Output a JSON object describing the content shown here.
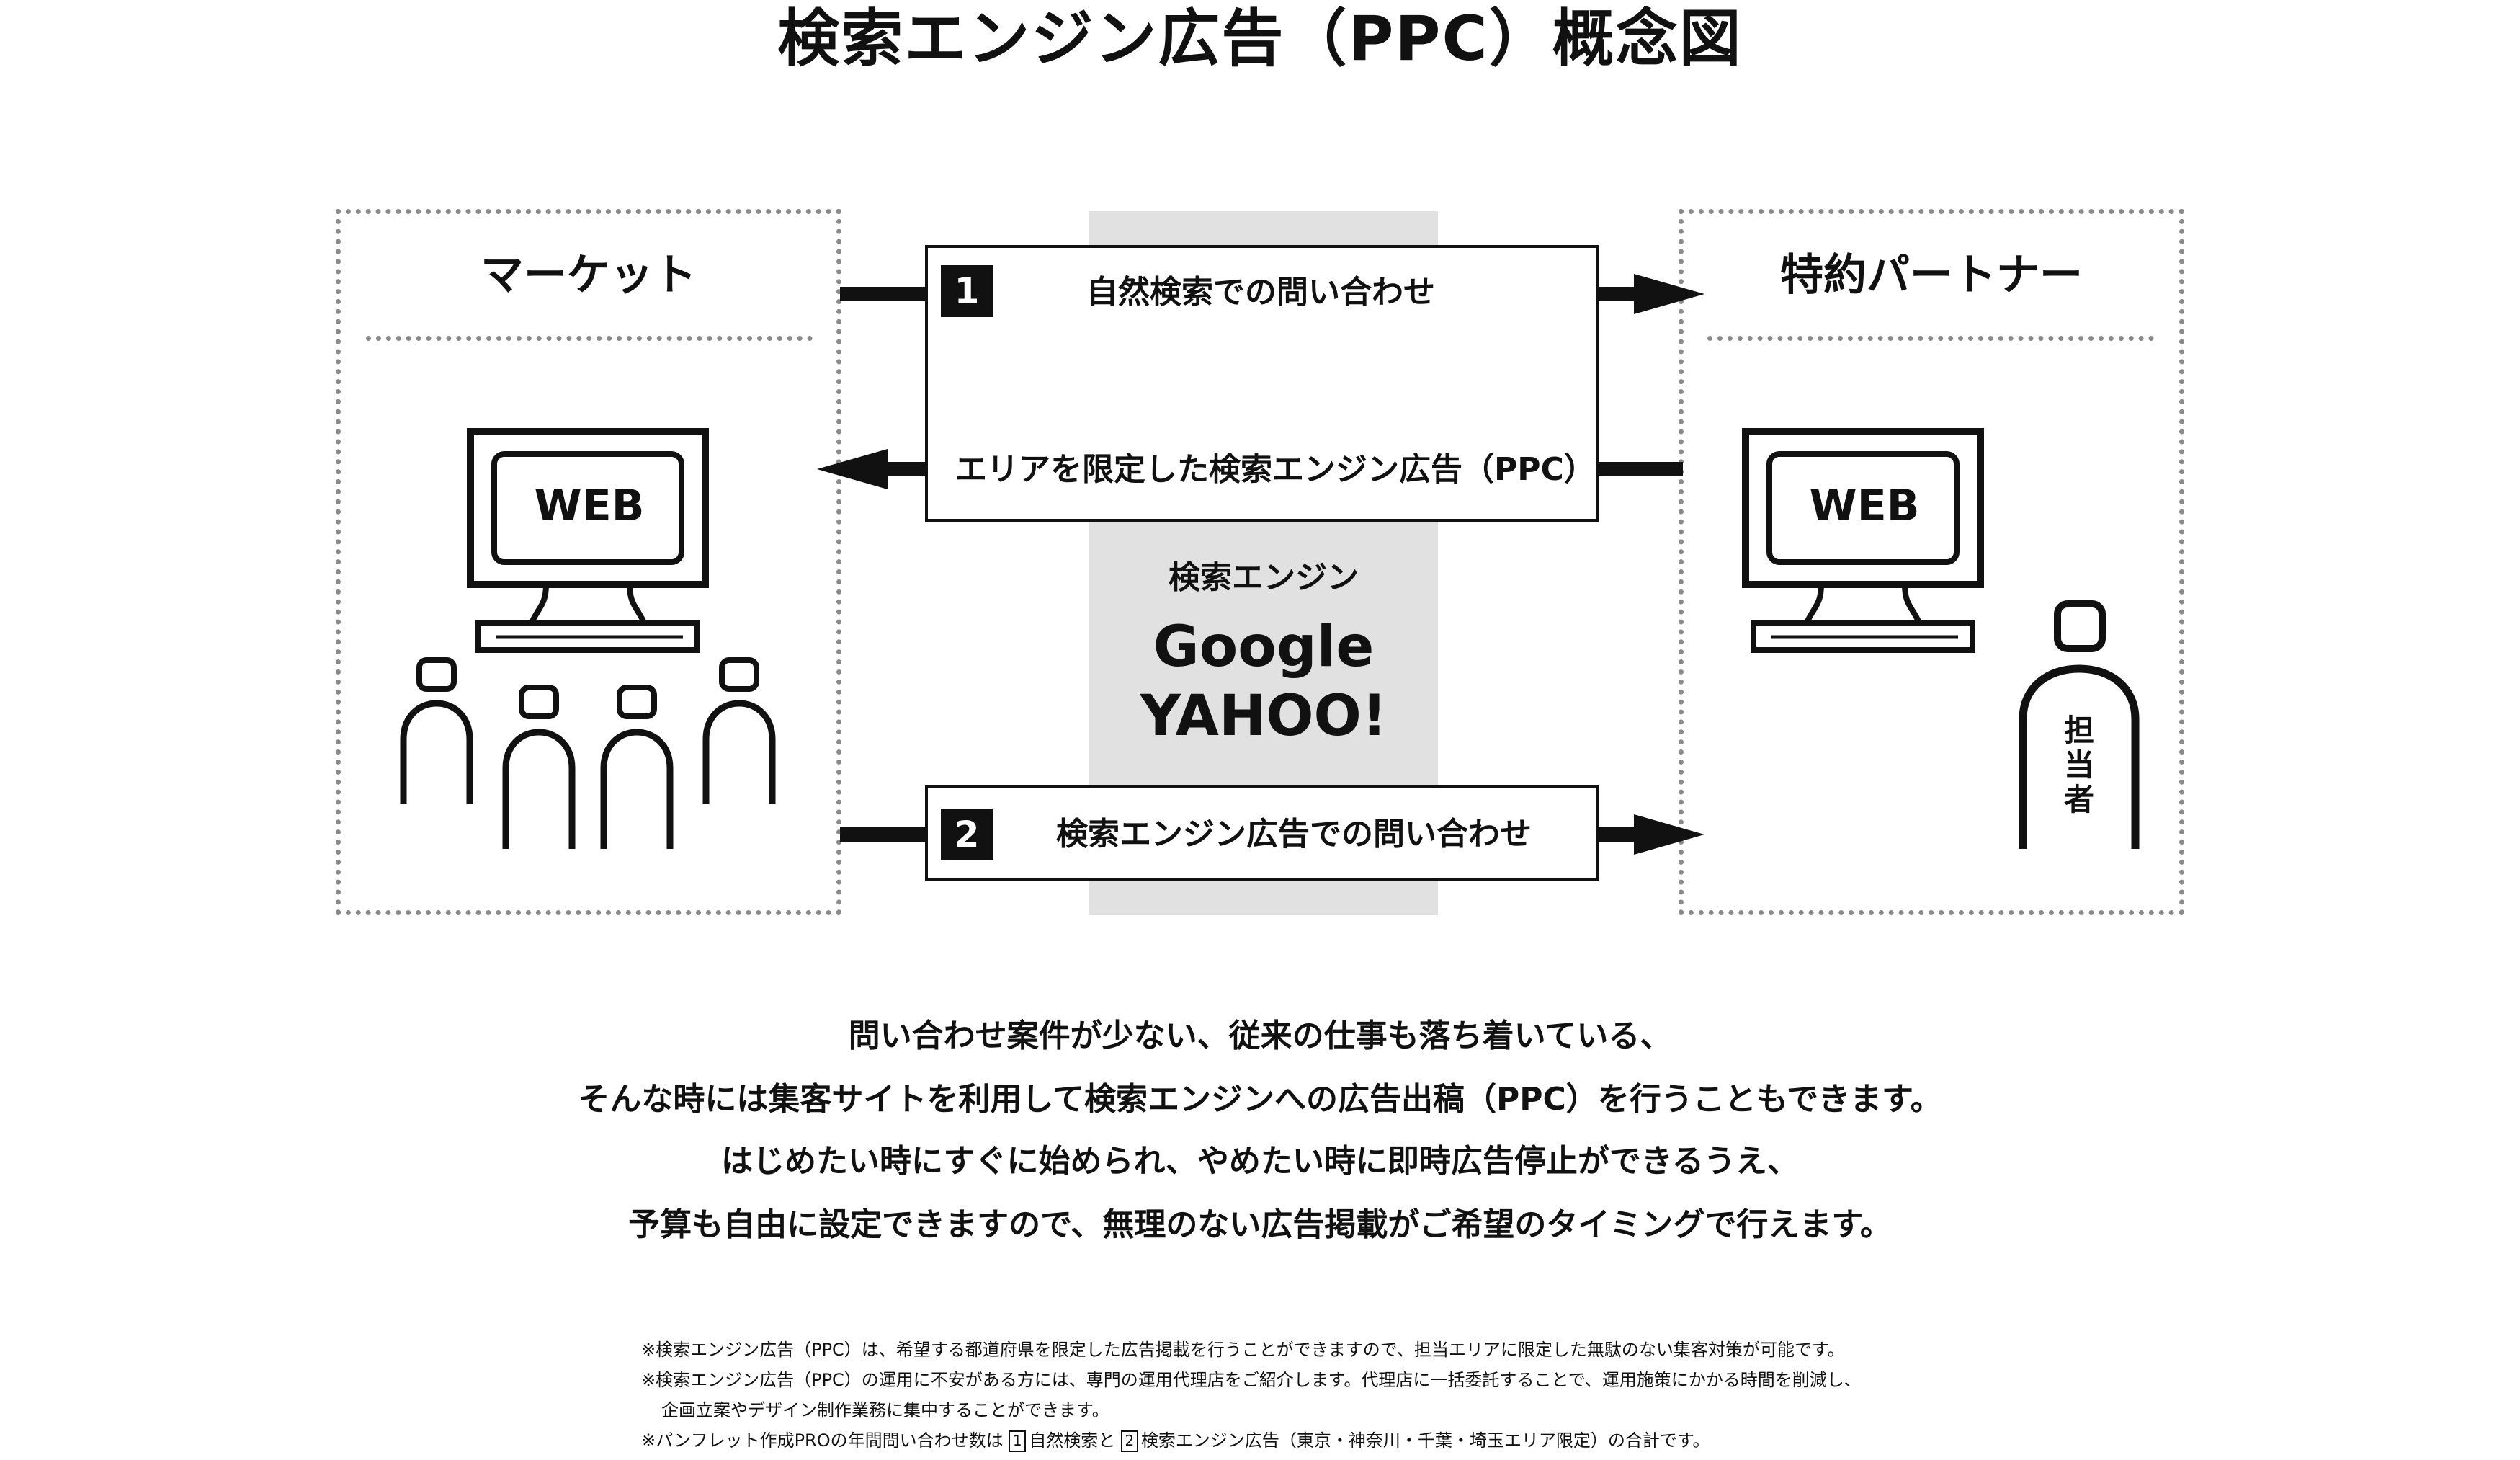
{
  "title": "検索エンジン広告（PPC）概念図",
  "market": {
    "title": "マーケット",
    "screen_label": "WEB"
  },
  "partner": {
    "title": "特約パートナー",
    "screen_label": "WEB",
    "person_label": "担当者"
  },
  "flows": {
    "natural": {
      "number": "1",
      "label": "自然検索での問い合わせ"
    },
    "ppc_ad": {
      "label": "エリアを限定した検索エンジン広告（PPC）"
    },
    "ppc_inquiry": {
      "number": "2",
      "label": "検索エンジン広告での問い合わせ"
    }
  },
  "engine": {
    "label": "検索エンジン",
    "names": [
      "Google",
      "YAHOO!"
    ]
  },
  "description": [
    "問い合わせ案件が少ない、従来の仕事も落ち着いている、",
    "そんな時には集客サイトを利用して検索エンジンへの広告出稿（PPC）を行うこともできます。",
    "はじめたい時にすぐに始められ、やめたい時に即時広告停止ができるうえ、",
    "予算も自由に設定できますので、無理のない広告掲載がご希望のタイミングで行えます。"
  ],
  "notes": {
    "line1": "※検索エンジン広告（PPC）は、希望する都道府県を限定した広告掲載を行うことができますので、担当エリアに限定した無駄のない集客対策が可能です。",
    "line2": "※検索エンジン広告（PPC）の運用に不安がある方には、専門の運用代理店をご紹介します。代理店に一括委託することで、運用施策にかかる時間を削減し、",
    "line3": "企画立案やデザイン制作業務に集中することができます。",
    "line4_prefix": "※パンフレット作成PROの年間問い合わせ数は",
    "line4_badge1": "1",
    "line4_mid": "自然検索と",
    "line4_badge2": "2",
    "line4_suffix": "検索エンジン広告（東京・神奈川・千葉・埼玉エリア限定）の合計です。"
  },
  "colors": {
    "ink": "#111111",
    "dotted_border": "#8a8a8a",
    "engine_band": "#e1e1e1"
  }
}
